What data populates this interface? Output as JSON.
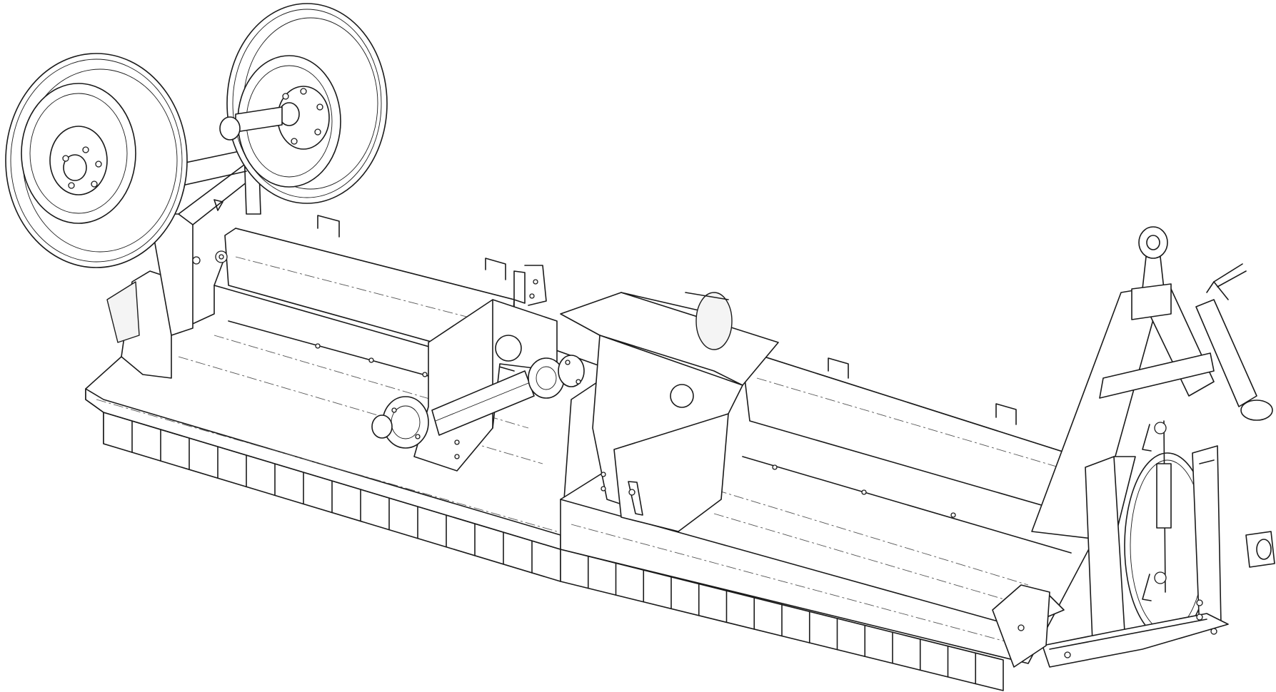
{
  "figure": {
    "subject": "flail-mower-line-drawing",
    "line_color": "#1a1a1a",
    "background_color": "#ffffff",
    "hidden_line_color": "#555555",
    "counts": {
      "flail_segments_left_section": 16,
      "flail_segments_right_section": 16,
      "ground_wheels": 2
    }
  }
}
